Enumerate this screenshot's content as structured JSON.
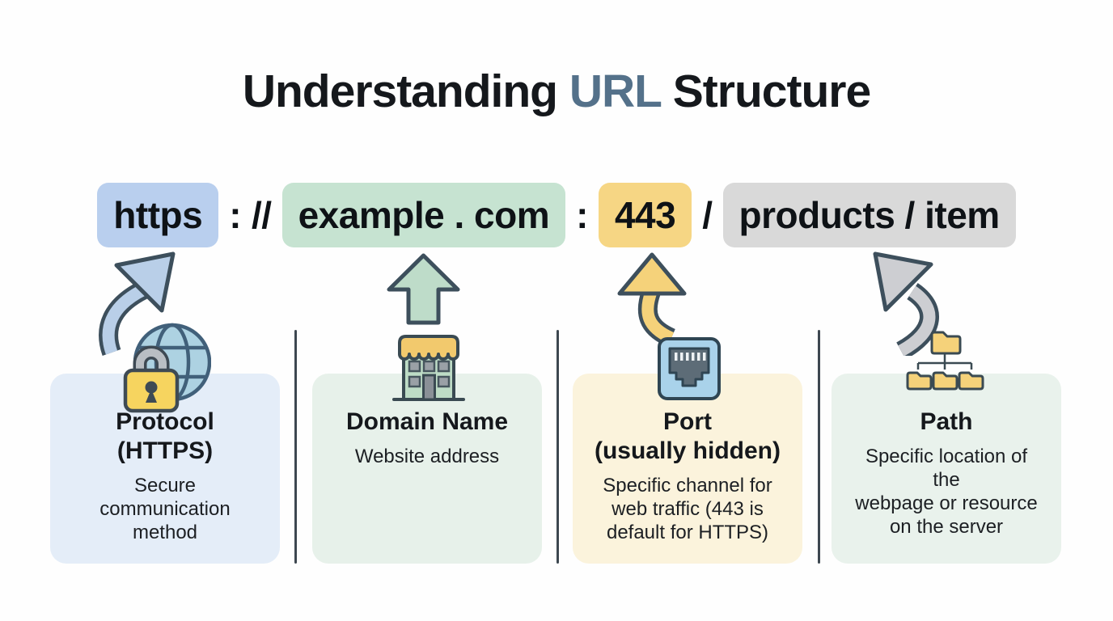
{
  "title": {
    "pre": "Understanding ",
    "highlight": "URL",
    "post": " Structure"
  },
  "colors": {
    "url_highlight": "#54718a",
    "outline_dark": "#3d4f5c",
    "divider": "#3d4750"
  },
  "url_bar": {
    "tokens": [
      {
        "text": "https",
        "part": "protocol",
        "bg": "#b9cfee"
      },
      {
        "text": ":",
        "part": "separator"
      },
      {
        "text": "//",
        "part": "separator"
      },
      {
        "text": "example . com",
        "part": "domain",
        "bg": "#c6e3d1"
      },
      {
        "text": ":",
        "part": "separator"
      },
      {
        "text": "443",
        "part": "port",
        "bg": "#f6d684"
      },
      {
        "text": "/",
        "part": "separator"
      },
      {
        "text": "products / item",
        "part": "path",
        "bg": "#d9d9d9"
      }
    ]
  },
  "cards": [
    {
      "id": "protocol",
      "icon": "globe-lock-icon",
      "bg": "#e4edf8",
      "arrow_color": "#b9cfe8",
      "title": "Protocol\n(HTTPS)",
      "body": "Secure\ncommunication\nmethod"
    },
    {
      "id": "domain",
      "icon": "storefront-icon",
      "bg": "#e7f1ea",
      "arrow_color": "#bedcc9",
      "title": "Domain Name",
      "body": "Website address"
    },
    {
      "id": "port",
      "icon": "ethernet-port-icon",
      "bg": "#fbf3dc",
      "arrow_color": "#f5d27a",
      "title": "Port\n(usually hidden)",
      "body": "Specific channel for\nweb traffic (443 is\ndefault for HTTPS)"
    },
    {
      "id": "path",
      "icon": "folder-tree-icon",
      "bg": "#e9f2ec",
      "arrow_color": "#cdced2",
      "title": "Path",
      "body": "Specific location of\nthe\nwebpage or resource\non the server"
    }
  ]
}
